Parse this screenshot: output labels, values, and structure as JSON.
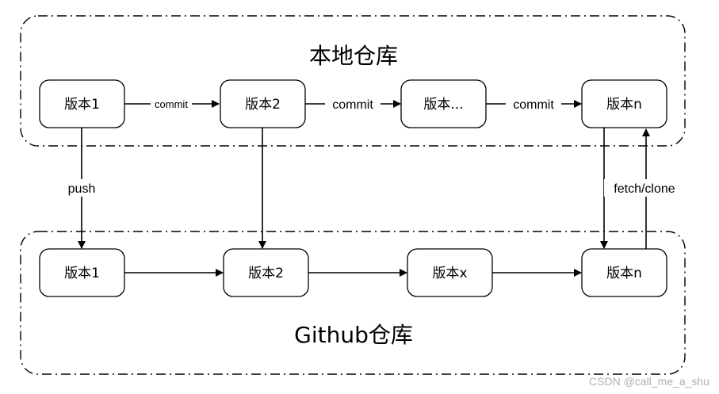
{
  "diagram": {
    "regions": [
      {
        "id": "local",
        "title": "本地仓库"
      },
      {
        "id": "github",
        "title": "Github仓库"
      }
    ],
    "nodes": [
      {
        "id": "local-v1",
        "region": "local",
        "label": "版本1"
      },
      {
        "id": "local-v2",
        "region": "local",
        "label": "版本2"
      },
      {
        "id": "local-vdots",
        "region": "local",
        "label": "版本..."
      },
      {
        "id": "local-vn",
        "region": "local",
        "label": "版本n"
      },
      {
        "id": "remote-v1",
        "region": "github",
        "label": "版本1"
      },
      {
        "id": "remote-v2",
        "region": "github",
        "label": "版本2"
      },
      {
        "id": "remote-vx",
        "region": "github",
        "label": "版本x"
      },
      {
        "id": "remote-vn",
        "region": "github",
        "label": "版本n"
      }
    ],
    "edges": [
      {
        "id": "commit-1",
        "from": "local-v1",
        "to": "local-v2",
        "label": "commit"
      },
      {
        "id": "commit-2",
        "from": "local-v2",
        "to": "local-vdots",
        "label": "commit"
      },
      {
        "id": "commit-3",
        "from": "local-vdots",
        "to": "local-vn",
        "label": "commit"
      },
      {
        "id": "push-v1",
        "from": "local-v1",
        "to": "remote-v1",
        "label": "push"
      },
      {
        "id": "push-v2",
        "from": "local-v2",
        "to": "remote-v2",
        "label": ""
      },
      {
        "id": "push-vn",
        "from": "local-vn",
        "to": "remote-vn",
        "label": ""
      },
      {
        "id": "fetch-clone",
        "from": "remote-vn",
        "to": "local-vn",
        "label": "fetch/clone"
      },
      {
        "id": "remote-1-2",
        "from": "remote-v1",
        "to": "remote-v2",
        "label": ""
      },
      {
        "id": "remote-2-x",
        "from": "remote-v2",
        "to": "remote-vx",
        "label": ""
      },
      {
        "id": "remote-x-n",
        "from": "remote-vx",
        "to": "remote-vn",
        "label": ""
      }
    ]
  },
  "watermark": "CSDN @call_me_a_shu"
}
